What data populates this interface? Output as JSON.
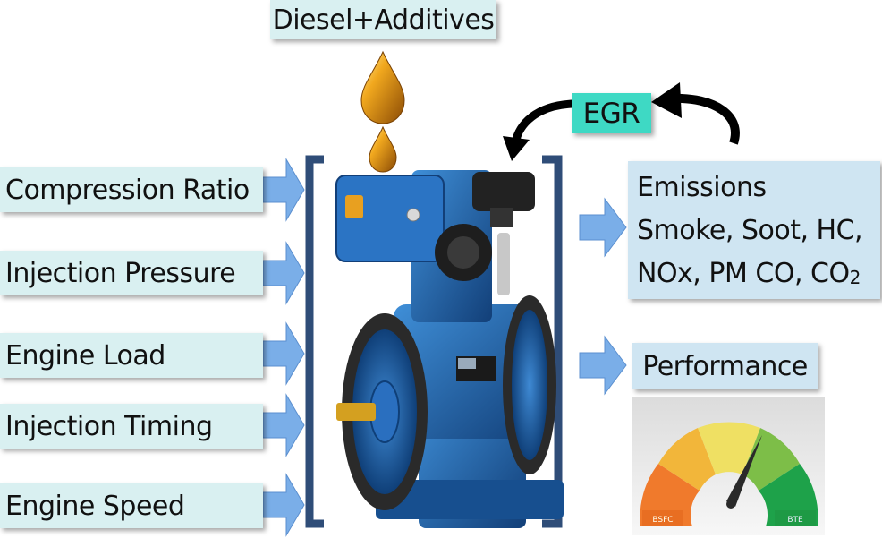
{
  "top_label": "Diesel+Additives",
  "inputs": [
    {
      "label": "Compression Ratio"
    },
    {
      "label": "Injection Pressure"
    },
    {
      "label": "Engine Load"
    },
    {
      "label": "Injection Timing"
    },
    {
      "label": "Engine Speed"
    }
  ],
  "egr_label": "EGR",
  "emissions": {
    "title": "Emissions",
    "line1": "Smoke, Soot, HC,",
    "line2": "NOx, PM CO, CO",
    "line2_sub": "2"
  },
  "performance_label": "Performance",
  "gauge": {
    "left_label": "BSFC",
    "right_label": "BTE",
    "colors": [
      "#f07a2c",
      "#f2b63a",
      "#efe063",
      "#7dbe48",
      "#1ea24a"
    ]
  },
  "colors": {
    "arrow": "#7aaee8",
    "label_bg": "#d9f0f1",
    "egr_bg": "#3ed9c4",
    "engine": "#1f5fa6",
    "bracket": "#2f4d78",
    "fuel_drop": "#d9880e"
  }
}
